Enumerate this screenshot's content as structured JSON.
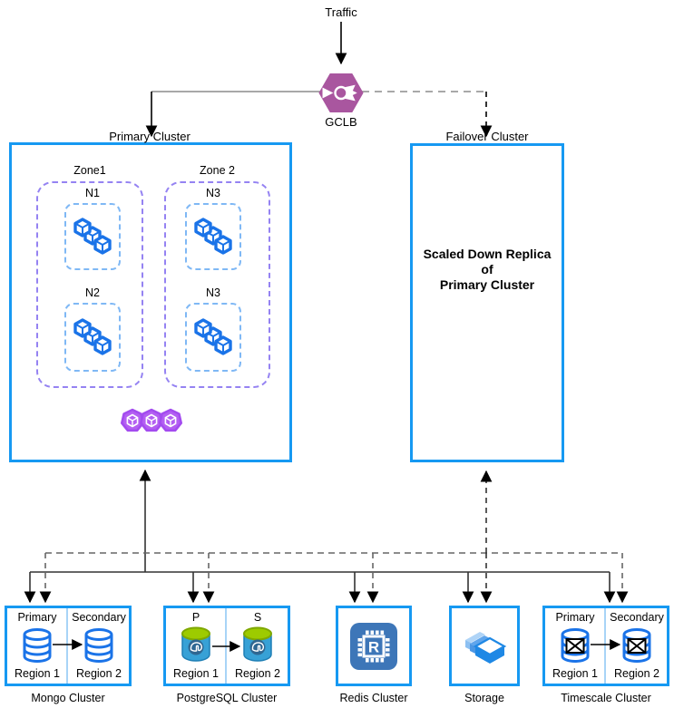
{
  "top": {
    "traffic_label": "Traffic",
    "gclb_label": "GCLB"
  },
  "primary_cluster": {
    "title": "Primary Cluster",
    "zones": [
      {
        "label": "Zone1",
        "nodes": [
          {
            "label": "N1"
          },
          {
            "label": "N2"
          }
        ]
      },
      {
        "label": "Zone 2",
        "nodes": [
          {
            "label": "N3"
          },
          {
            "label": "N3"
          }
        ]
      }
    ]
  },
  "failover_cluster": {
    "title": "Failover Cluster",
    "body": [
      "Scaled Down Replica",
      "of",
      "Primary Cluster"
    ]
  },
  "datastores": [
    {
      "name": "Mongo Cluster",
      "left_role": "Primary",
      "right_role": "Secondary",
      "left_region": "Region 1",
      "right_region": "Region 2",
      "icon": "mongo-db-icon"
    },
    {
      "name": "PostgreSQL Cluster",
      "left_role": "P",
      "right_role": "S",
      "left_region": "Region 1",
      "right_region": "Region 2",
      "icon": "postgres-db-icon"
    },
    {
      "name": "Redis Cluster",
      "icon": "redis-chip-icon"
    },
    {
      "name": "Storage",
      "icon": "storage-boxes-icon"
    },
    {
      "name": "Timescale Cluster",
      "left_role": "Primary",
      "right_role": "Secondary",
      "left_region": "Region 1",
      "right_region": "Region 2",
      "icon": "timescale-db-icon"
    }
  ],
  "redis_letter": "R",
  "colors": {
    "cluster_border_blue": "#1699F2",
    "icon_blue": "#1A73E8",
    "gclb_purple": "#A9569F",
    "k8s_node_purple": "#B35FF2",
    "zone_dash_purple": "#9583F2",
    "node_dash_blue": "#7FB8F5",
    "postgres_green": "#9DCB00",
    "postgres_body_blue": "#37A1D6",
    "redis_blue": "#3D76B8",
    "storage_blue": "#1E88E5"
  }
}
